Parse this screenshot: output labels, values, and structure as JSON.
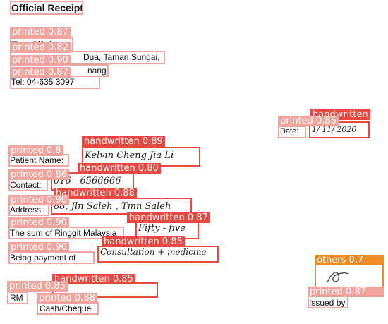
{
  "document": {
    "title": "Official Receipt",
    "clinic_name": "Tan Clinic",
    "address_line1": "Dua, Taman Sungai,",
    "address_line2": "nang",
    "tel": "Tel: 04-635 3097",
    "date_label": "Date:",
    "date_value": "1/ 11/ 2020",
    "patient_name_label": "Patient Name:",
    "patient_name_value": "Kelvin Cheng Jia Li",
    "contact_label": "Contact:",
    "contact_value": "016 - 6566666",
    "address_label": "Address:",
    "address_value": "88, Jln Saleh , Tmn Saleh",
    "sum_label": "The sum of Ringgit Malaysia",
    "sum_value": "Fifty - five",
    "payment_label": "Being payment of",
    "payment_value": "Consultation + medicine",
    "rm_label": "RM",
    "cash_cheque_label": "Cash/Cheque",
    "issued_by_label": "Issued by"
  },
  "detections": {
    "printed_087": "printed 0.87",
    "printed_082": "printed 0.82",
    "printed_090": "printed 0.90",
    "printed_085": "printed 0.85",
    "printed_08": "printed 0.8",
    "printed_086": "printed 0.86",
    "printed_088": "printed 0.88",
    "handwritten": "handwritten",
    "handwritten_089": "handwritten 0.89",
    "handwritten_080": "handwritten 0.80",
    "handwritten_088": "handwritten 0.88",
    "handwritten_087": "handwritten 0.87",
    "handwritten_085": "handwritten 0.85",
    "others_07": "others 0.7"
  },
  "colors": {
    "printed": "#f2a39b",
    "handwritten": "#e8483f",
    "others": "#f08a24"
  }
}
